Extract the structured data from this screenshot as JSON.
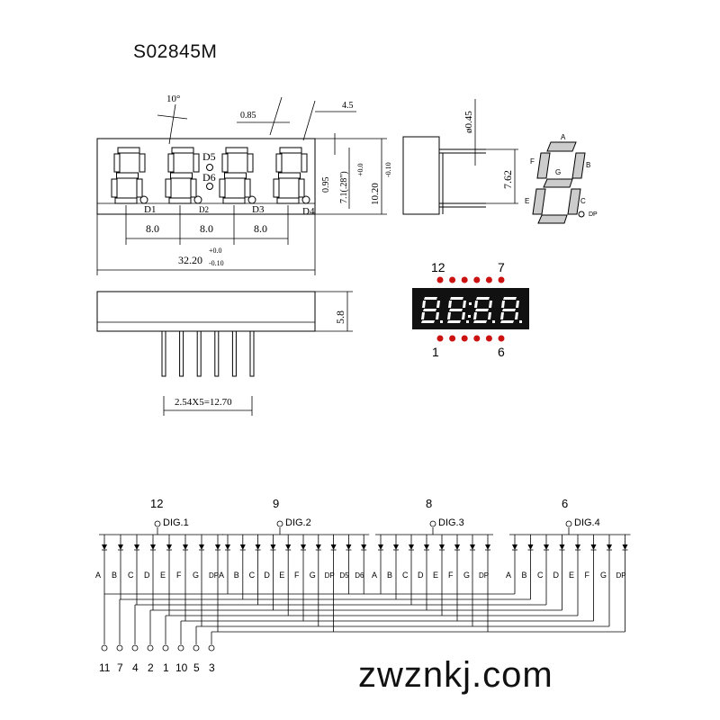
{
  "part_number": "S02845M",
  "watermark": "zwznkj.com",
  "dimensions": {
    "tilt_angle": "10°",
    "segment_spacing_a": "0.85",
    "segment_spacing_b": "4.5",
    "seg_width_small": "0.95",
    "char_height": "7.1(.28\")",
    "body_height": "10.20",
    "tol_plus": "+0.0",
    "tol_minus": "-0.10",
    "digit_pitch": "8.0",
    "body_width": "32.20",
    "lead_diameter": "ø0.45",
    "pin_row_spacing": "7.62",
    "depth": "5.8",
    "pin_pitch": "2.54X5=12.70"
  },
  "indicator_labels": [
    "D1",
    "D2",
    "D3",
    "D4",
    "D5",
    "D6"
  ],
  "segment_legend": {
    "a": "A",
    "b": "B",
    "c": "C",
    "d": "D",
    "e": "E",
    "f": "F",
    "g": "G",
    "dp": "DP"
  },
  "pin_numbers": {
    "top_left": "12",
    "top_right": "7",
    "bottom_left": "1",
    "bottom_right": "6"
  },
  "digits": [
    {
      "label": "DIG.1",
      "pin": "12"
    },
    {
      "label": "DIG.2",
      "pin": "9"
    },
    {
      "label": "DIG.3",
      "pin": "8"
    },
    {
      "label": "DIG.4",
      "pin": "6"
    }
  ],
  "circuit": {
    "group1_segments": [
      "A",
      "B",
      "C",
      "D",
      "E",
      "F",
      "G",
      "DP"
    ],
    "group2_segments": [
      "A",
      "B",
      "C",
      "D",
      "E",
      "F",
      "G",
      "DP",
      "D5",
      "D6"
    ],
    "group3_segments": [
      "A",
      "B",
      "C",
      "D",
      "E",
      "F",
      "G",
      "DP"
    ],
    "group4_segments": [
      "A",
      "B",
      "C",
      "D",
      "E",
      "F",
      "G",
      "DP"
    ],
    "bottom_pins": [
      "11",
      "7",
      "4",
      "2",
      "1",
      "10",
      "5",
      "3"
    ]
  },
  "colors": {
    "display_body": "#111111",
    "lit_segment": "#ffffff",
    "pin_dot": "#cc1111",
    "legend_segment": "#cccccc"
  }
}
